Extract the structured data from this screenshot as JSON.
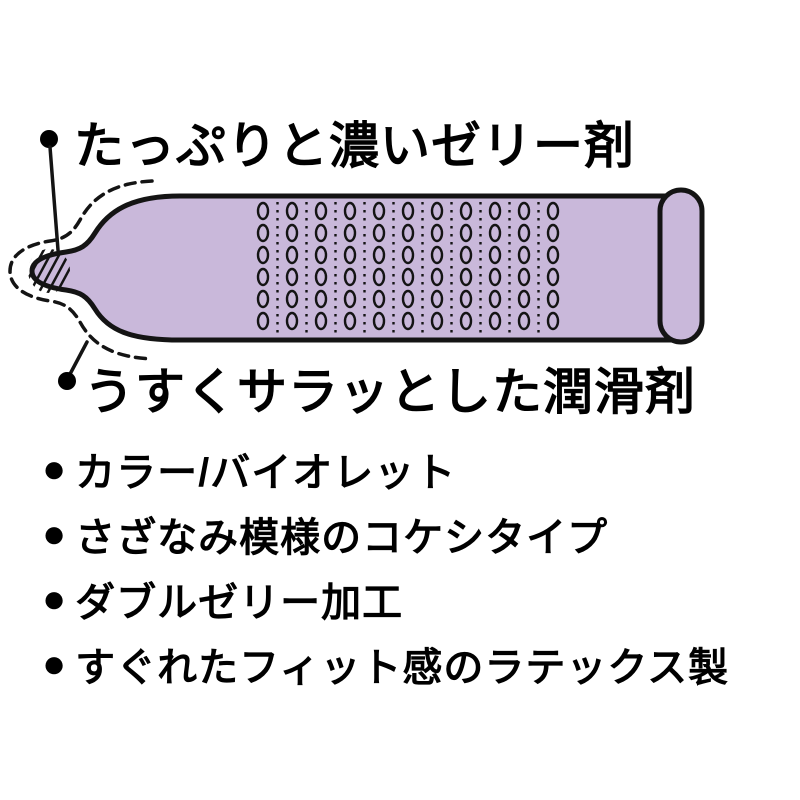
{
  "illustration": {
    "body_color": "#c9b8da",
    "outline_color": "#141414",
    "labels": {
      "top": "たっぷりと濃いゼリー剤",
      "bottom": "うすくサラッとした潤滑剤"
    }
  },
  "features": {
    "bullet": "●",
    "items": [
      {
        "label": "カラー/バイオレット"
      },
      {
        "label": "さざなみ模様のコケシタイプ"
      },
      {
        "label": "ダブルゼリー加工"
      },
      {
        "label": "すぐれたフィット感のラテックス製"
      }
    ]
  }
}
